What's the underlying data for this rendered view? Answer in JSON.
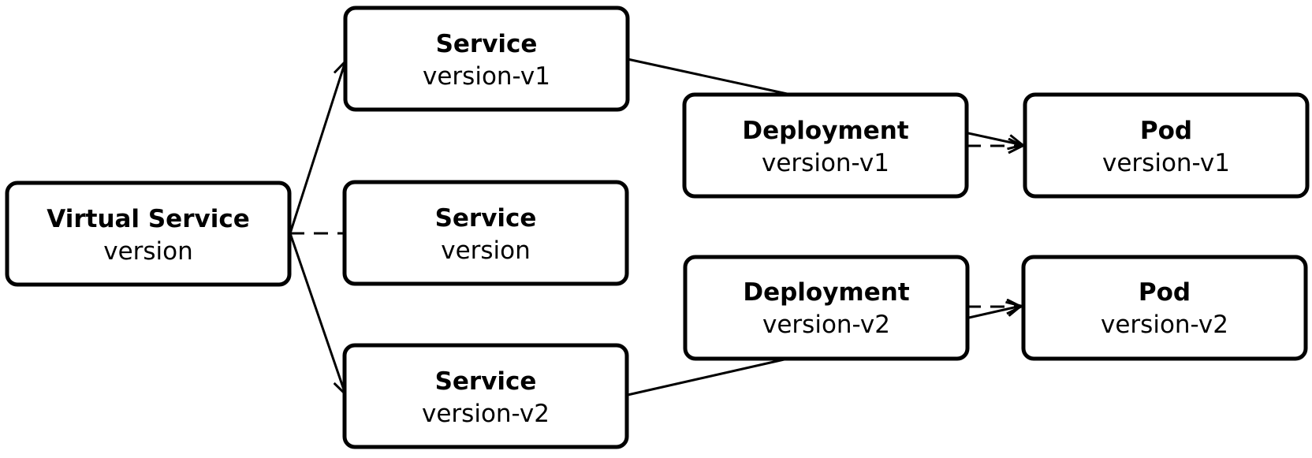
{
  "nodes": {
    "virtual_service": {
      "title": "Virtual Service",
      "subtitle": "version"
    },
    "service_v1": {
      "title": "Service",
      "subtitle": "version-v1"
    },
    "service": {
      "title": "Service",
      "subtitle": "version"
    },
    "service_v2": {
      "title": "Service",
      "subtitle": "version-v2"
    },
    "deployment_v1": {
      "title": "Deployment",
      "subtitle": "version-v1"
    },
    "deployment_v2": {
      "title": "Deployment",
      "subtitle": "version-v2"
    },
    "pod_v1": {
      "title": "Pod",
      "subtitle": "version-v1"
    },
    "pod_v2": {
      "title": "Pod",
      "subtitle": "version-v2"
    }
  },
  "edges": [
    {
      "from": "virtual_service",
      "to": "service_v1",
      "style": "solid",
      "arrow": true
    },
    {
      "from": "virtual_service",
      "to": "service",
      "style": "dashed",
      "arrow": false
    },
    {
      "from": "virtual_service",
      "to": "service_v2",
      "style": "solid",
      "arrow": true
    },
    {
      "from": "service_v1",
      "to": "pod_v1",
      "style": "solid",
      "arrow": true
    },
    {
      "from": "service_v2",
      "to": "pod_v2",
      "style": "solid",
      "arrow": true
    },
    {
      "from": "deployment_v1",
      "to": "pod_v1",
      "style": "dashed",
      "arrow": true
    },
    {
      "from": "deployment_v2",
      "to": "pod_v2",
      "style": "dashed",
      "arrow": true
    }
  ],
  "colors": {
    "stroke": "#000000",
    "fill": "#ffffff",
    "text": "#000000"
  }
}
